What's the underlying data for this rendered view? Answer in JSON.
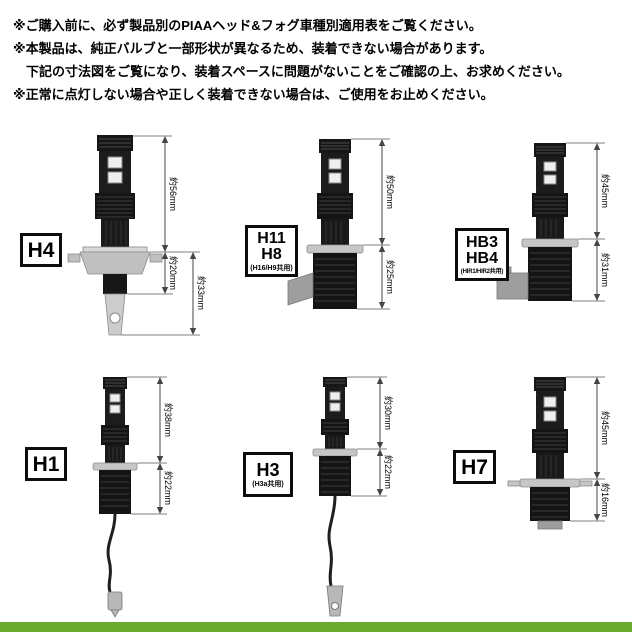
{
  "notices": [
    "※ご購入前に、必ず製品別のPIAAヘッド&フォグ車種別適用表をご覧ください。",
    "※本製品は、純正バルブと一部形状が異なるため、装着できない場合があります。",
    "　下記の寸法図をご覧になり、装着スペースに問題がないことをご確認の上、お求めください。",
    "※正常に点灯しない場合や正しく装着できない場合は、ご使用をお止めください。"
  ],
  "bulbs": {
    "h4": {
      "label": "H4",
      "dims": {
        "upper": "約56mm",
        "mid": "約20mm",
        "lower": "約33mm"
      }
    },
    "h11h8": {
      "label1": "H11",
      "label2": "H8",
      "sub": "(H16/H9共用)",
      "dims": {
        "upper": "約50mm",
        "lower": "約25mm"
      }
    },
    "hb3hb4": {
      "label1": "HB3",
      "label2": "HB4",
      "sub": "(HIR1/HIR2共用)",
      "dims": {
        "upper": "約45mm",
        "lower": "約31mm"
      }
    },
    "h1": {
      "label": "H1",
      "dims": {
        "upper": "約38mm",
        "lower": "約22mm"
      }
    },
    "h3": {
      "label": "H3",
      "sub": "(H3a共用)",
      "dims": {
        "upper": "約30mm",
        "lower": "約22mm"
      }
    },
    "h7": {
      "label": "H7",
      "dims": {
        "upper": "約45mm",
        "lower": "約16mm"
      }
    }
  },
  "colors": {
    "accent_bar": "#6caa30"
  }
}
